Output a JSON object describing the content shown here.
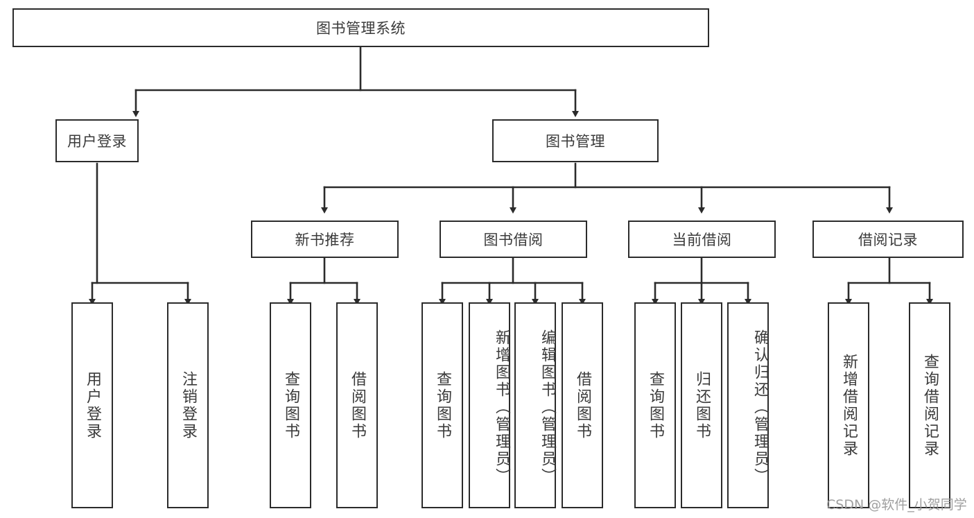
{
  "diagram": {
    "type": "tree-hierarchy",
    "title": "图书管理系统",
    "root": {
      "label": "图书管理系统"
    },
    "level2": [
      {
        "label": "用户登录"
      },
      {
        "label": "图书管理"
      }
    ],
    "level3": [
      {
        "label": "新书推荐"
      },
      {
        "label": "图书借阅"
      },
      {
        "label": "当前借阅"
      },
      {
        "label": "借阅记录"
      }
    ],
    "leaves": {
      "user_login": [
        {
          "label": "用户登录"
        },
        {
          "label": "注销登录"
        }
      ],
      "new_book_recommend": [
        {
          "label": "查询图书"
        },
        {
          "label": "借阅图书"
        }
      ],
      "book_borrow": [
        {
          "label": "查询图书"
        },
        {
          "label": "新增图书（管理员）"
        },
        {
          "label": "编辑图书（管理员）"
        },
        {
          "label": "借阅图书"
        }
      ],
      "current_borrow": [
        {
          "label": "查询图书"
        },
        {
          "label": "归还图书"
        },
        {
          "label": "确认归还（管理员）"
        }
      ],
      "borrow_record": [
        {
          "label": "新增借阅记录"
        },
        {
          "label": "查询借阅记录"
        }
      ]
    }
  },
  "watermark": {
    "text": "CSDN @软件_小贺同学"
  },
  "colors": {
    "stroke": "#2b2b2b",
    "text": "#3a3a3a",
    "background": "#ffffff",
    "watermark": "#9a9a9a"
  }
}
